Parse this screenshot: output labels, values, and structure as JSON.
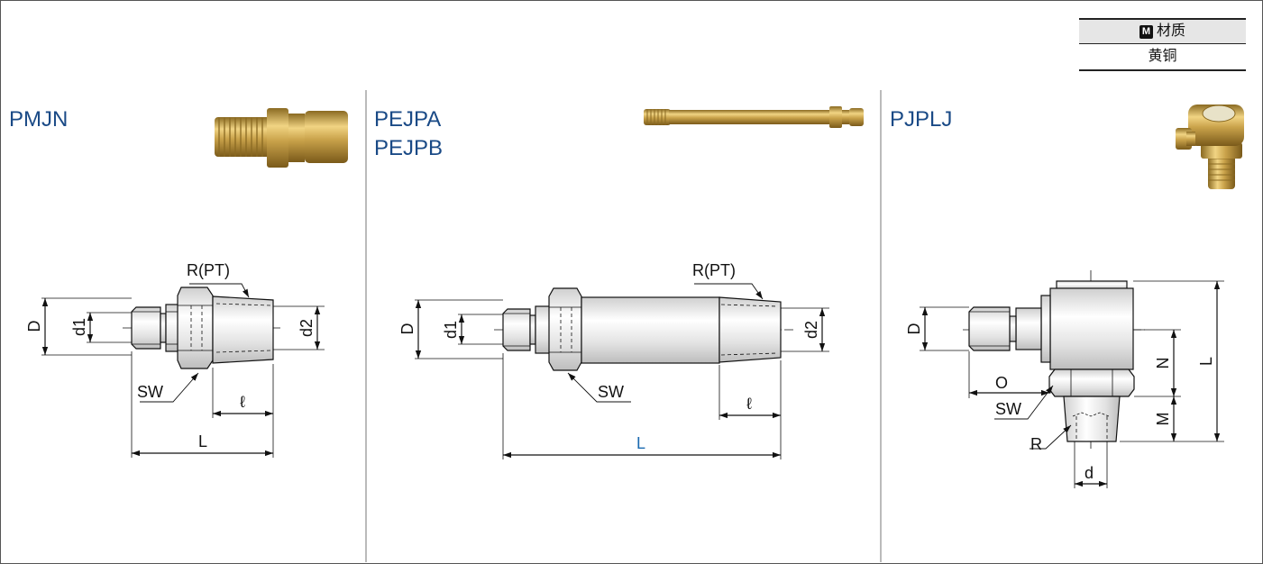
{
  "material": {
    "badge": "M",
    "header": "材质",
    "value": "黄铜"
  },
  "panels": [
    {
      "titles": [
        "PMJN"
      ],
      "labels": {
        "thread": "R(PT)",
        "D": "D",
        "d1": "d1",
        "d2": "d2",
        "SW": "SW",
        "ell": "ℓ",
        "L": "L"
      }
    },
    {
      "titles": [
        "PEJPA",
        "PEJPB"
      ],
      "labels": {
        "thread": "R(PT)",
        "D": "D",
        "d1": "d1",
        "d2": "d2",
        "SW": "SW",
        "ell": "ℓ",
        "L": "L"
      }
    },
    {
      "titles": [
        "PJPLJ"
      ],
      "labels": {
        "D": "D",
        "O": "O",
        "SW": "SW",
        "R": "R",
        "d": "d",
        "N": "N",
        "M": "M",
        "L": "L"
      }
    }
  ],
  "colors": {
    "title": "#1a4a86",
    "L_label_panel2": "#1a6ab0",
    "brass": "#c9a24a"
  }
}
